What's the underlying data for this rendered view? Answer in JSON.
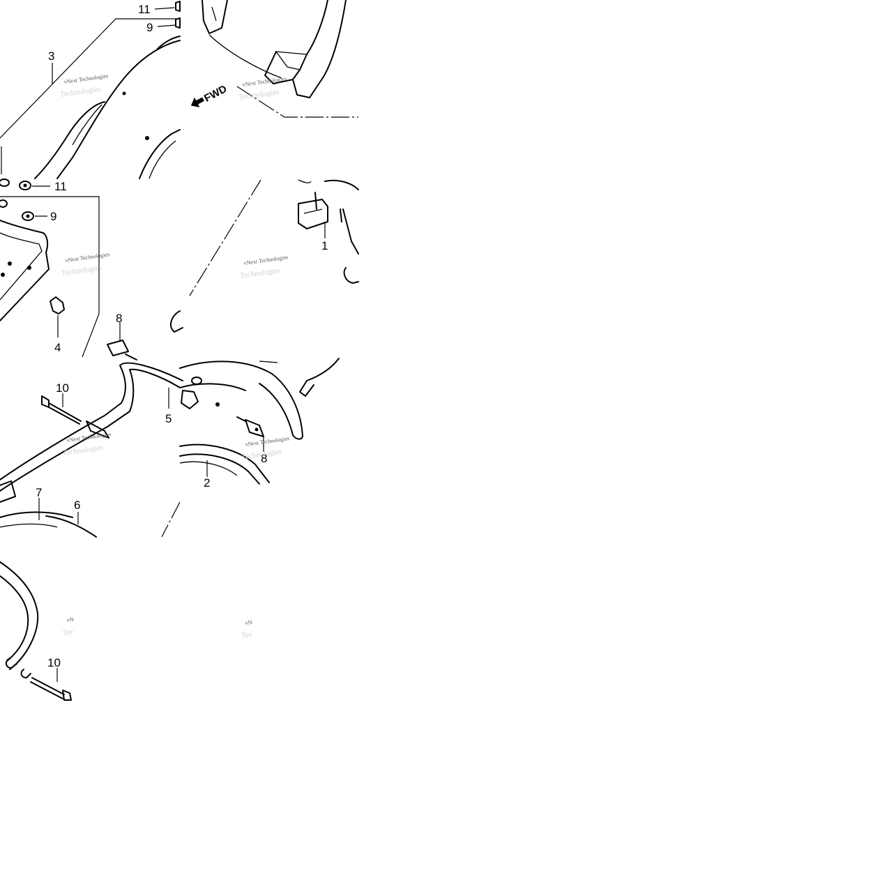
{
  "diagram": {
    "callouts": [
      {
        "id": "c11a",
        "label": "11"
      },
      {
        "id": "c9a",
        "label": "9"
      },
      {
        "id": "c3",
        "label": "3"
      },
      {
        "id": "c11b",
        "label": "11"
      },
      {
        "id": "c9b",
        "label": "9"
      },
      {
        "id": "c4",
        "label": "4"
      },
      {
        "id": "c1",
        "label": "1"
      },
      {
        "id": "c8a",
        "label": "8"
      },
      {
        "id": "c10a",
        "label": "10"
      },
      {
        "id": "c5",
        "label": "5"
      },
      {
        "id": "c8b",
        "label": "8"
      },
      {
        "id": "c2",
        "label": "2"
      },
      {
        "id": "c7",
        "label": "7"
      },
      {
        "id": "c6",
        "label": "6"
      },
      {
        "id": "c10b",
        "label": "10"
      }
    ],
    "direction_marker": "FWD",
    "watermark": {
      "line1": "vNext Technologies",
      "line2": "Technologies"
    }
  }
}
